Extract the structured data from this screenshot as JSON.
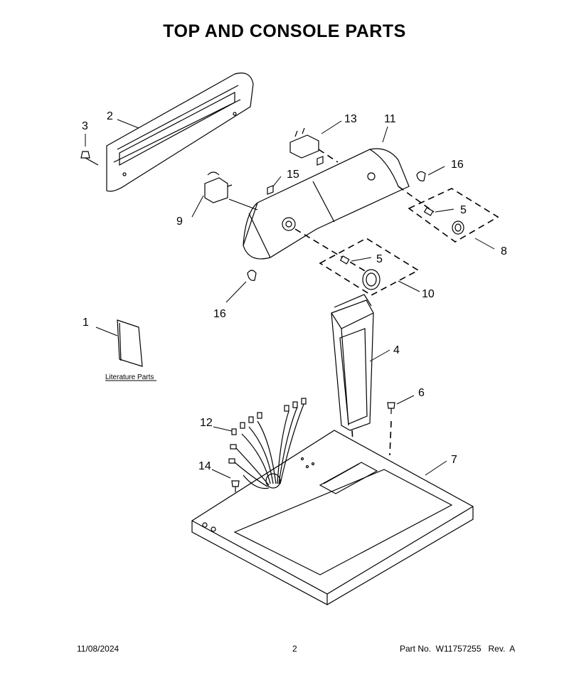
{
  "title": "TOP AND CONSOLE PARTS",
  "callouts": {
    "c1": "1",
    "c2": "2",
    "c3": "3",
    "c4": "4",
    "c5a": "5",
    "c5b": "5",
    "c6": "6",
    "c7": "7",
    "c8": "8",
    "c9": "9",
    "c10": "10",
    "c11": "11",
    "c12": "12",
    "c13": "13",
    "c14": "14",
    "c15": "15",
    "c16a": "16",
    "c16b": "16"
  },
  "literature_label": "Literature Parts",
  "footer": {
    "date": "11/08/2024",
    "page": "2",
    "part_number": "Part No.  W11757255   Rev.  A"
  }
}
